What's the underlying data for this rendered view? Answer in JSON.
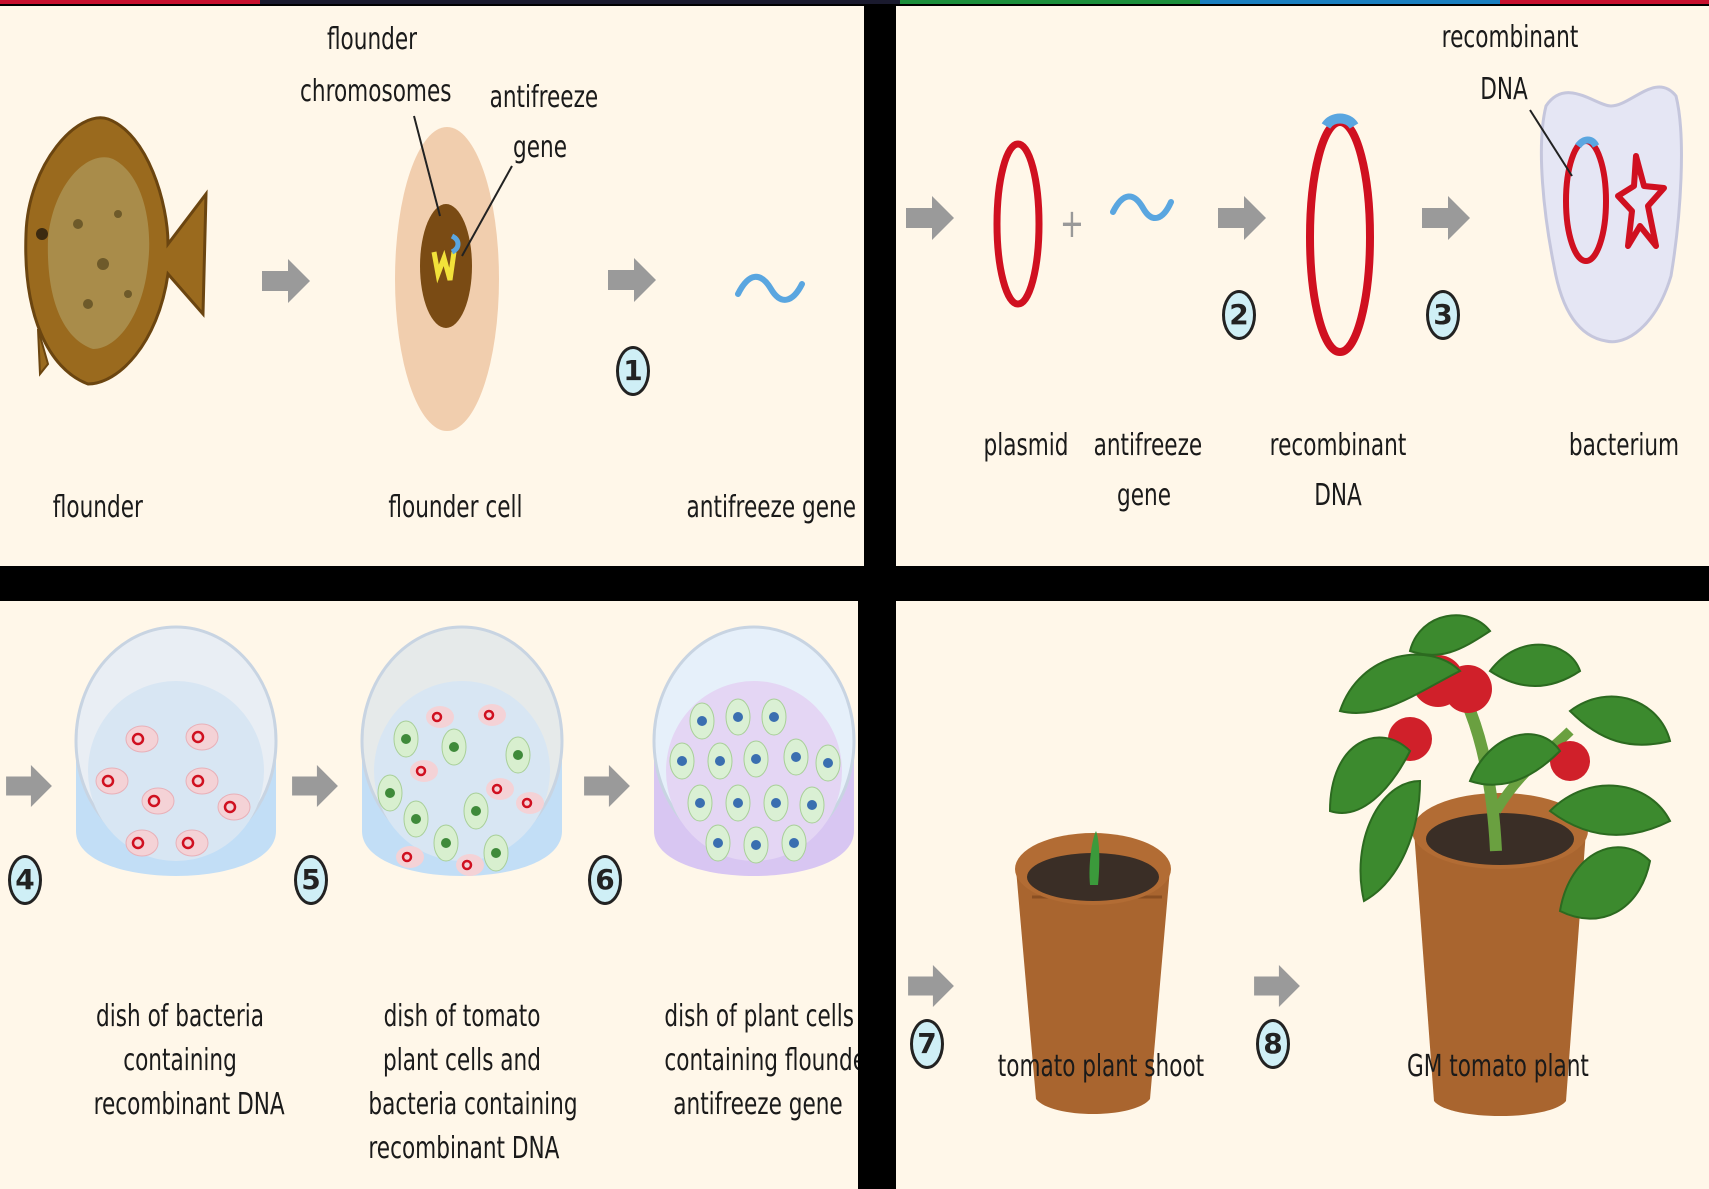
{
  "colors": {
    "panel_bg": "#fff7e9",
    "arrow": "#9a9a9a",
    "plasmid_red": "#d01020",
    "gene_blue": "#5aa6e0",
    "step_badge": "#cfeff6"
  },
  "panel1": {
    "flounder_label": "flounder",
    "chromosomes_label_1": "flounder",
    "chromosomes_label_2": "chromosomes",
    "antifreeze_label_1": "antifreeze",
    "antifreeze_label_2": "gene",
    "cell_label": "flounder cell",
    "gene_label": "antifreeze gene",
    "step1": "1"
  },
  "panel2": {
    "recombinant_callout_1": "recombinant",
    "recombinant_callout_2": "DNA",
    "plasmid_label": "plasmid",
    "antifreeze_label_1": "antifreeze",
    "antifreeze_label_2": "gene",
    "recombinant_label_1": "recombinant",
    "recombinant_label_2": "DNA",
    "bacterium_label": "bacterium",
    "step2": "2",
    "step3": "3"
  },
  "panel3": {
    "dish1_lines": [
      "dish of bacteria",
      "containing",
      "recombinant DNA"
    ],
    "dish2_lines": [
      "dish of tomato",
      "plant cells and",
      "bacteria containing",
      "recombinant DNA"
    ],
    "dish3_lines": [
      "dish of plant cells",
      "containing flounder",
      "antifreeze gene"
    ],
    "step4": "4",
    "step5": "5",
    "step6": "6"
  },
  "panel4": {
    "shoot_label": "tomato plant shoot",
    "gm_label": "GM tomato plant",
    "step7": "7",
    "step8": "8"
  }
}
